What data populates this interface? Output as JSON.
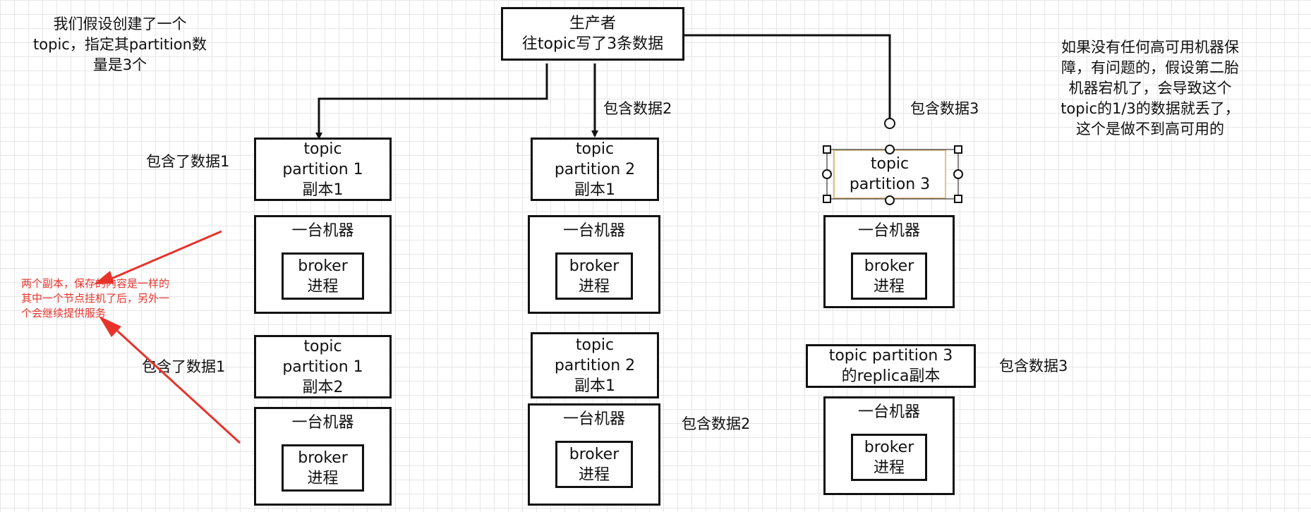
{
  "producer": {
    "text": "生产者\n往topic写了3条数据"
  },
  "partitions": {
    "p1_r1": "topic\npartition 1\n副本1",
    "p2_r1": "topic\npartition 2\n副本1",
    "p3": "topic\npartition 3",
    "p1_r2": "topic\npartition 1\n副本2",
    "p2_r1b": "topic\npartition 2\n副本1",
    "p3_replica": "topic partition 3\n的replica副本"
  },
  "machine": {
    "label": "一台机器",
    "broker": "broker\n进程"
  },
  "labels": {
    "contains_1": "包含了数据1",
    "contains_2": "包含数据2",
    "contains_3": "包含数据3"
  },
  "notes": {
    "top_left": "我们假设创建了一个\ntopic，指定其partition数\n量是3个",
    "top_right": "如果没有任何高可用机器保\n障，有问题的，假设第二胎\n机器宕机了，会导致这个\ntopic的1/3的数据就丢了，\n这个是做不到高可用的",
    "red": "两个副本，保存的内容是一样的\n其中一个节点挂机了后，另外一\n个会继续提供服务"
  },
  "colors": {
    "stroke": "#111111",
    "red": "#e8332b",
    "selection_border": "#e0c48a",
    "grid": "#e6e6e6"
  }
}
